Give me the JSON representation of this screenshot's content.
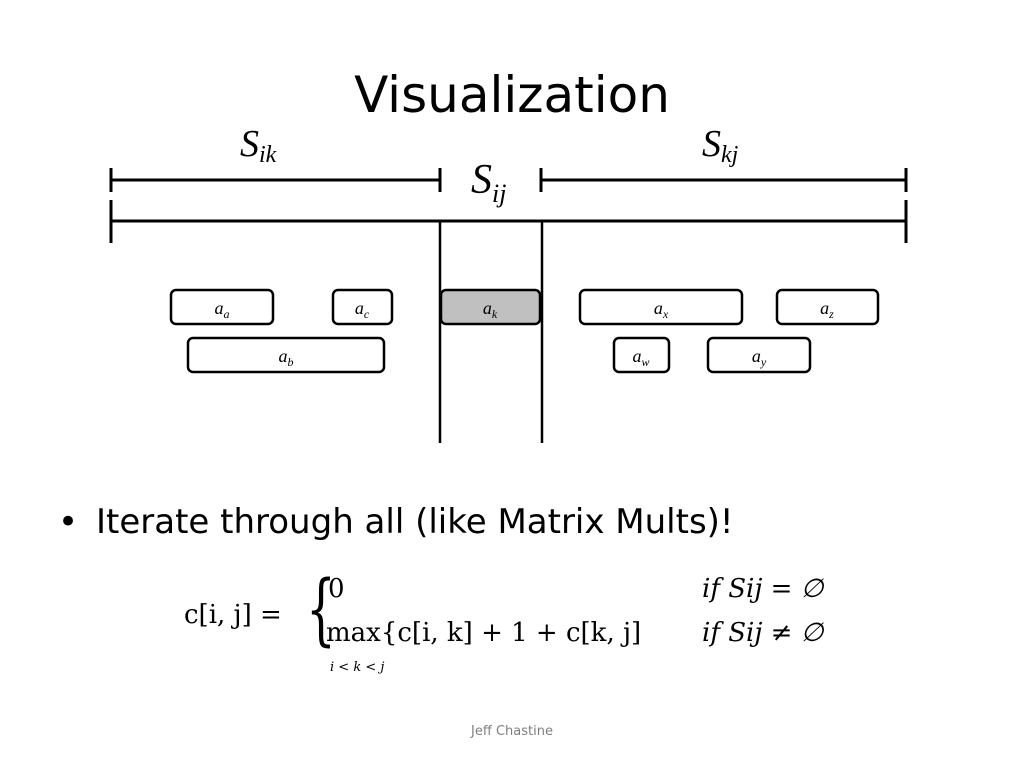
{
  "slide": {
    "title": "Visualization",
    "bullet": "Iterate through all (like Matrix Mults)!",
    "footer": "Jeff Chastine"
  },
  "diagram": {
    "ranges": [
      {
        "base": "S",
        "sub": "ik"
      },
      {
        "base": "S",
        "sub": "ij"
      },
      {
        "base": "S",
        "sub": "kj"
      }
    ],
    "activities": [
      {
        "base": "a",
        "sub": "a",
        "selected": false
      },
      {
        "base": "a",
        "sub": "b",
        "selected": false
      },
      {
        "base": "a",
        "sub": "c",
        "selected": false
      },
      {
        "base": "a",
        "sub": "k",
        "selected": true
      },
      {
        "base": "a",
        "sub": "x",
        "selected": false
      },
      {
        "base": "a",
        "sub": "w",
        "selected": false
      },
      {
        "base": "a",
        "sub": "y",
        "selected": false
      },
      {
        "base": "a",
        "sub": "z",
        "selected": false
      }
    ],
    "selected_fill": "#c0c0c0"
  },
  "formula": {
    "lhs": "c[i, j] =",
    "case1_value": "0",
    "case1_condition": "if Sij = ∅",
    "case2_value": "max{c[i, k] + 1 + c[k, j]",
    "case2_condition": "if Sij ≠ ∅",
    "max_subscript": "i < k < j"
  }
}
